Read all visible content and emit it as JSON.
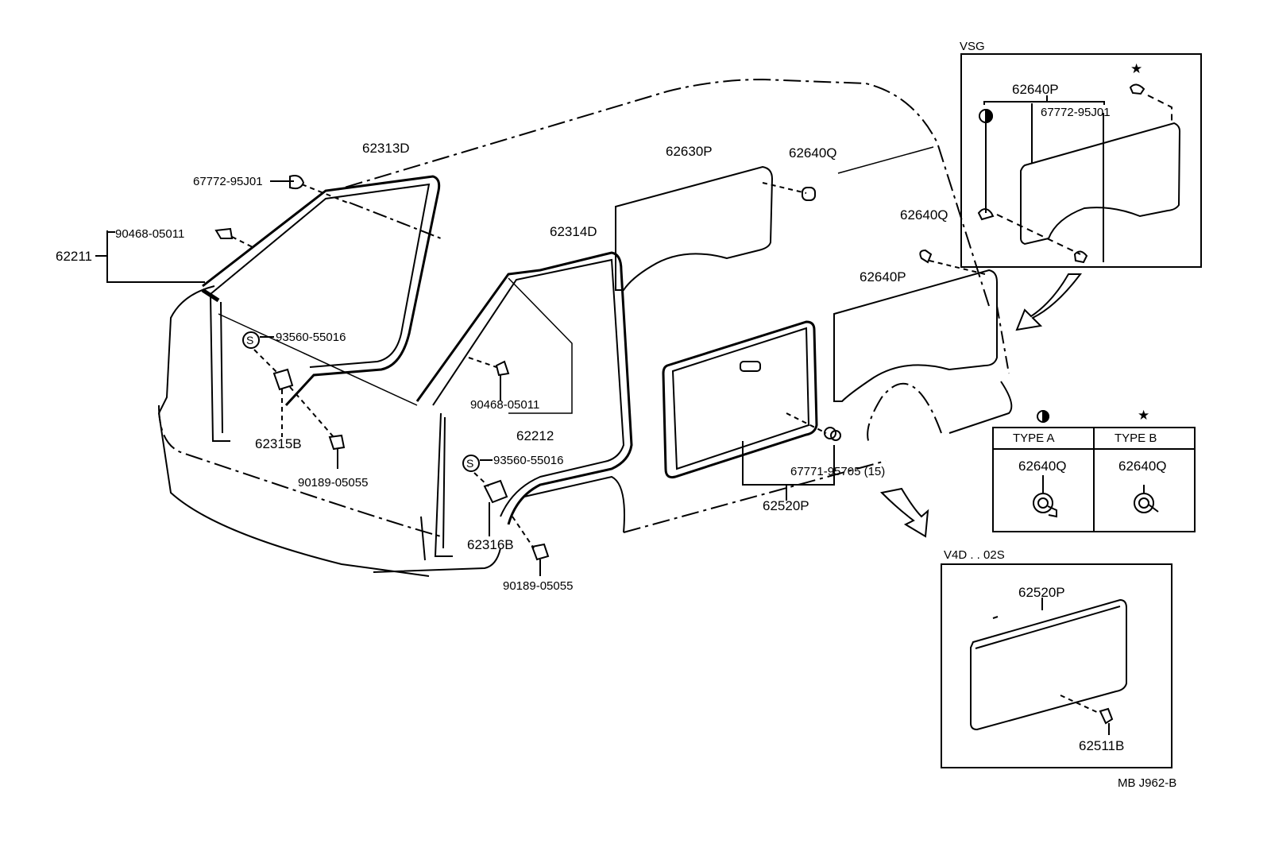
{
  "labels": {
    "p62313D": "62313D",
    "p6777295J01_main": "67772-95J01",
    "p9046805011_top": "90468-05011",
    "p62211": "62211",
    "p9356055016_a": "93560-55016",
    "p62315B": "62315B",
    "p9018905055_a": "90189-05055",
    "p62314D": "62314D",
    "p9046805011_mid": "90468-05011",
    "p62212": "62212",
    "p9356055016_b": "93560-55016",
    "p62316B": "62316B",
    "p9018905055_b": "90189-05055",
    "p62630P": "62630P",
    "p62640Q_top": "62640Q",
    "p62640Q_mid": "62640Q",
    "p62640P": "62640P",
    "p6777195705": "67771-95705 (15)",
    "p62520P": "62520P",
    "s_symbol": "S"
  },
  "vsg_box": {
    "title": "VSG",
    "p62640P": "62640P",
    "p6777295J01": "67772-95J01",
    "star": "★"
  },
  "type_table": {
    "type_a": "TYPE  A",
    "type_b": "TYPE  B",
    "type_a_part": "62640Q",
    "type_b_part": "62640Q",
    "type_a_symbol": "half-circle",
    "type_b_symbol": "★"
  },
  "v4d_box": {
    "title": "V4D . . 02S",
    "p62520P": "62520P",
    "p62511B": "62511B"
  },
  "footer_code": "MB J962-B"
}
